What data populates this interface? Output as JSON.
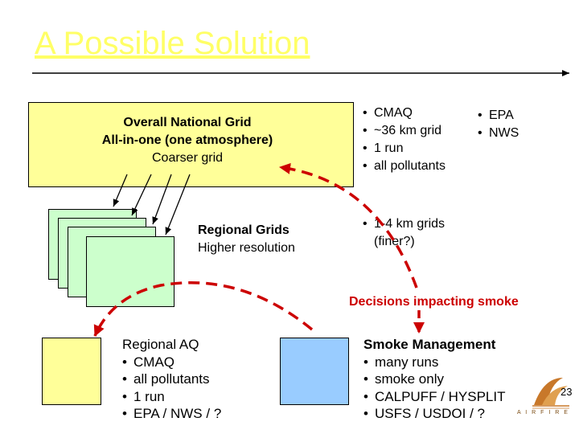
{
  "title": "A Possible Solution",
  "national": {
    "lines": [
      "Overall National Grid",
      "All-in-one (one atmosphere)",
      "Coarser grid"
    ],
    "bullets": [
      "CMAQ",
      "~36 km grid",
      "1 run",
      "all pollutants"
    ],
    "agencies": [
      "EPA",
      "NWS"
    ]
  },
  "regional": {
    "title": "Regional Grids",
    "subtitle": "Higher resolution",
    "bullet": "1-4 km grids",
    "bullet_cont": "(finer?)"
  },
  "decisions_label": "Decisions impacting smoke",
  "regional_aq": {
    "title": "Regional AQ",
    "items": [
      "CMAQ",
      "all pollutants",
      "1 run",
      "EPA / NWS / ?"
    ]
  },
  "smoke_mgmt": {
    "title": "Smoke Management",
    "items": [
      "many runs",
      "smoke only",
      "CALPUFF / HYSPLIT",
      "USFS / USDOI / ?"
    ]
  },
  "logo": {
    "letters": "A I R F I R E",
    "icon": "airfire-logo-icon"
  },
  "page_number": "23",
  "colors": {
    "title": "#ffff66",
    "national_box": "#ffff99",
    "grid_box": "#ccffcc",
    "smoke_box": "#99ccff",
    "arrow": "#cc0000",
    "decisions_text": "#cc0000",
    "logo": "#c8782a"
  }
}
